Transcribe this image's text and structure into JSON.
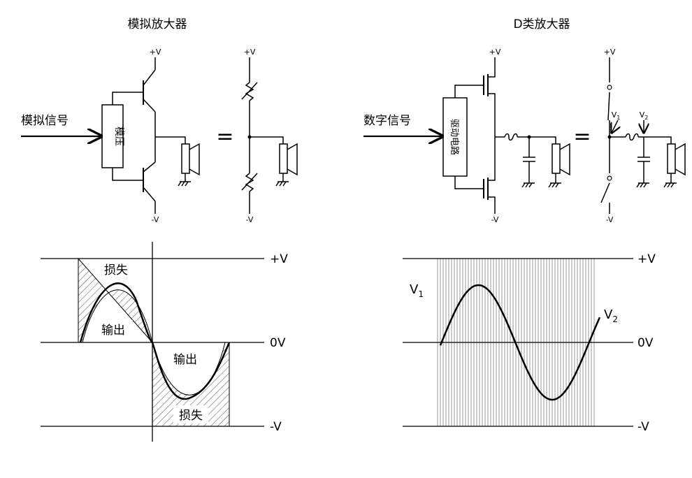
{
  "analog": {
    "title": "模拟放大器",
    "input_label": "模拟信号",
    "box_label": "模压",
    "vplus": "+V",
    "vminus": "-V",
    "equals": "=",
    "graph": {
      "vplus": "+V",
      "zero": "0V",
      "vminus": "-V",
      "loss_top": "损失",
      "output_top": "输出",
      "output_bottom": "输出",
      "loss_bottom": "损失"
    }
  },
  "digital": {
    "title": "D类放大器",
    "input_label": "数字信号",
    "box_label": "驱动电路",
    "vplus": "+V",
    "vminus": "-V",
    "equals": "=",
    "v1_small": "V",
    "v1_small_sub": "1",
    "v2_small": "V",
    "v2_small_sub": "2",
    "graph": {
      "vplus": "+V",
      "zero": "0V",
      "vminus": "-V",
      "v1": "V",
      "v1_sub": "1",
      "v2": "V",
      "v2_sub": "2"
    }
  }
}
